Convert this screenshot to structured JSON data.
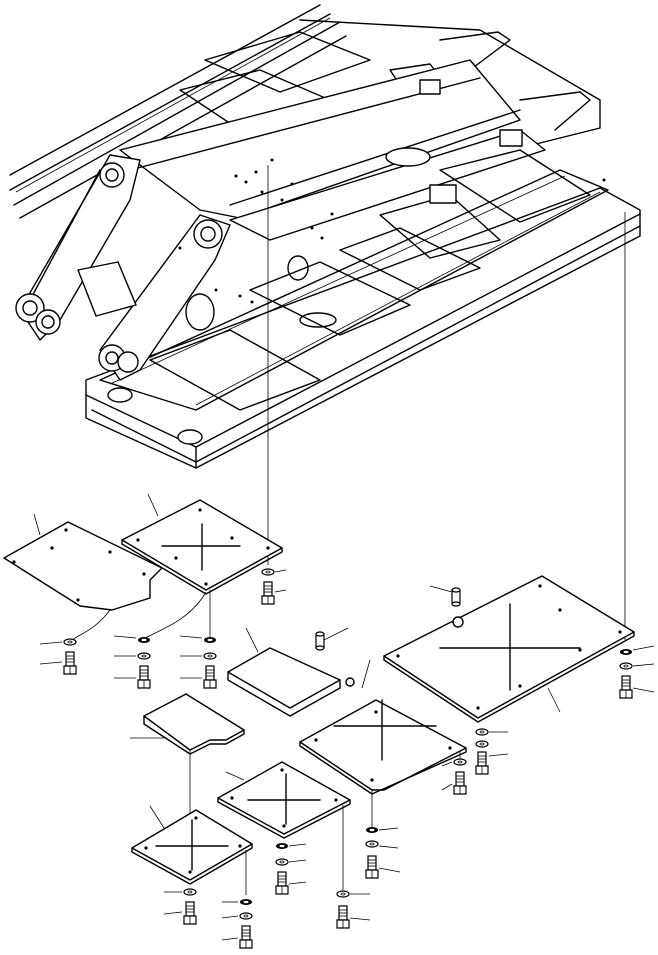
{
  "drawing": {
    "kind": "exploded parts diagram",
    "assemblies": [
      {
        "id": "main-frame",
        "icon": "excavator-revolving-frame"
      }
    ],
    "parts": [
      {
        "id": "cover-plate-left"
      },
      {
        "id": "cover-plate-mid"
      },
      {
        "id": "cover-plate-right-large"
      },
      {
        "id": "cover-plate-center"
      },
      {
        "id": "cover-plate-small-top"
      },
      {
        "id": "cover-plate-small-bottom"
      },
      {
        "id": "cover-plate-lower-mid"
      },
      {
        "id": "cover-plate-lower-left"
      }
    ],
    "fasteners": [
      {
        "type": "bolt-washer-set"
      },
      {
        "type": "dowel-pin"
      }
    ]
  }
}
